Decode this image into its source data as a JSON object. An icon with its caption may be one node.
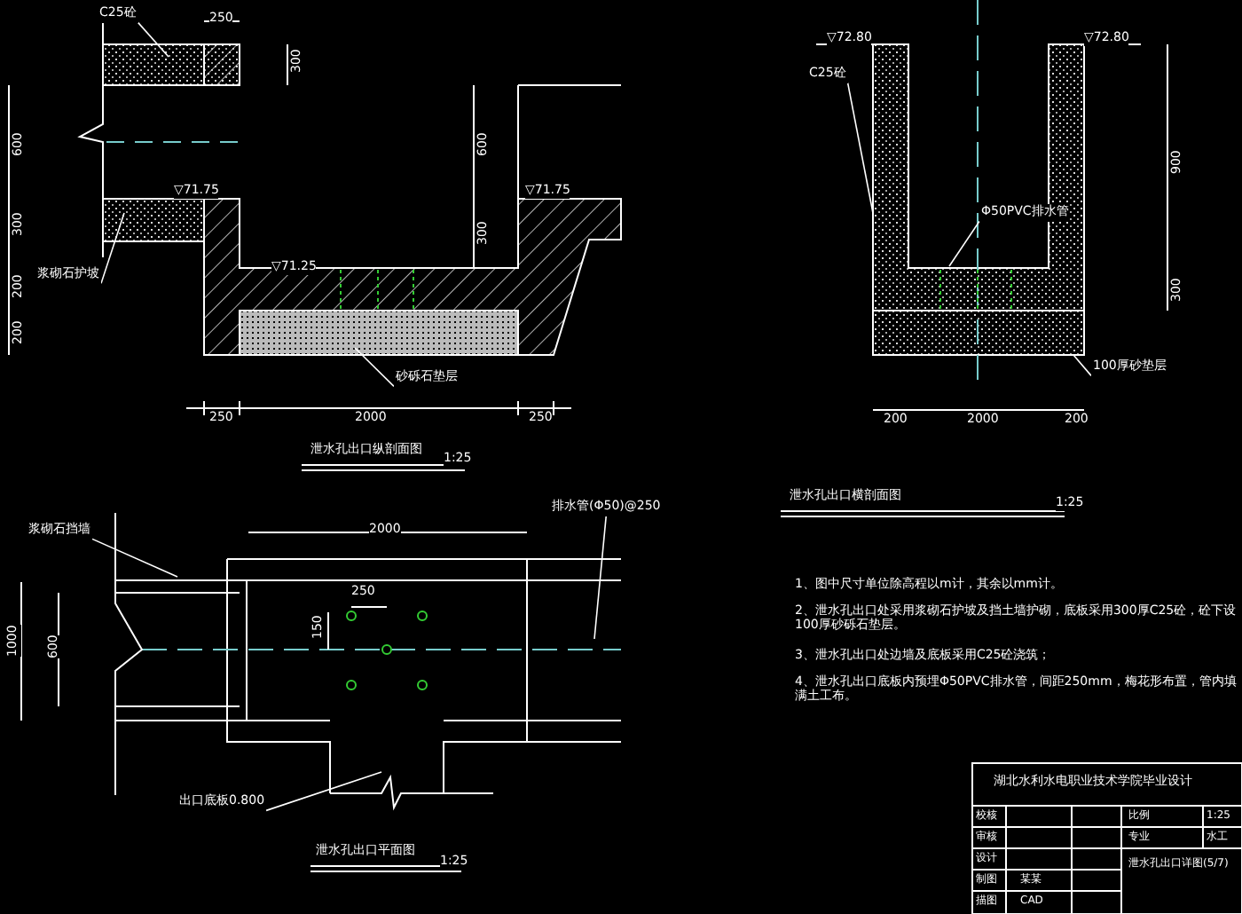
{
  "diagram": {
    "nodes": [
      {
        "text": [
          "C25砼"
        ]
      },
      {
        "text": [
          "浆砌石护坡"
        ]
      },
      {
        "text": [
          "砂砾石垫层"
        ]
      },
      {
        "text": [
          "C25砼"
        ]
      },
      {
        "text": [
          "Φ50PVC排水管"
        ]
      },
      {
        "text": [
          "100厚砂垫层"
        ]
      },
      {
        "text": [
          "浆砌石挡墙"
        ]
      },
      {
        "text": [
          "排水管(Φ50)@250"
        ]
      },
      {
        "text": [
          "出口底板0.800"
        ]
      }
    ],
    "edges": [
      {
        "from": 0,
        "to": null,
        "arrow": "none"
      },
      {
        "from": 1,
        "to": null,
        "arrow": "none"
      },
      {
        "from": 2,
        "to": null,
        "arrow": "none"
      },
      {
        "from": 3,
        "to": null,
        "arrow": "none"
      },
      {
        "from": 4,
        "to": null,
        "arrow": "none"
      },
      {
        "from": 5,
        "to": null,
        "arrow": "none"
      },
      {
        "from": 6,
        "to": null,
        "arrow": "none"
      },
      {
        "from": 7,
        "to": null,
        "arrow": "none"
      },
      {
        "from": 8,
        "to": null,
        "arrow": "none"
      }
    ],
    "labels": [
      "250",
      "300",
      "600",
      "300",
      "200",
      "200",
      "▽71.75",
      "600",
      "300",
      "▽71.25",
      "▽71.75",
      "250",
      "2000",
      "250",
      "泄水孔出口纵剖面图",
      "1:25",
      "▽72.80",
      "▽72.80",
      "900",
      "300",
      "200",
      "2000",
      "200",
      "泄水孔出口横剖面图",
      "1:25",
      "2000",
      "250",
      "150",
      "1000",
      "600",
      "泄水孔出口平面图",
      "1:25",
      "1、图中尺寸单位除高程以m计，其余以mm计。",
      "2、泄水孔出口处采用浆砌石护坡及挡土墙护砌，底板采用300厚C25砼，砼下设100厚砂砾石垫层。",
      "3、泄水孔出口处边墙及底板采用C25砼浇筑；",
      "4、泄水孔出口底板内预埋Φ50PVC排水管，间距250mm，梅花形布置，管内填满土工布。",
      "湖北水利水电职业技术学院毕业设计",
      "校核",
      "审核",
      "设计",
      "制图",
      "描图",
      "某某",
      "CAD",
      "比例",
      "1:25",
      "专业",
      "水工",
      "泄水孔出口详图(5/7)"
    ]
  }
}
